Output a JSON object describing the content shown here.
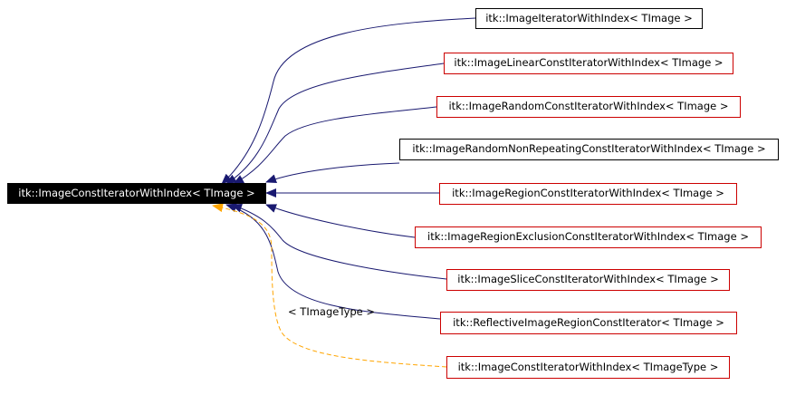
{
  "base_node": {
    "label": "itk::ImageConstIteratorWithIndex< TImage >"
  },
  "derived_nodes": [
    {
      "label": "itk::ImageIteratorWithIndex< TImage >",
      "border": "black"
    },
    {
      "label": "itk::ImageLinearConstIteratorWithIndex< TImage >",
      "border": "red"
    },
    {
      "label": "itk::ImageRandomConstIteratorWithIndex< TImage >",
      "border": "red"
    },
    {
      "label": "itk::ImageRandomNonRepeatingConstIteratorWithIndex< TImage >",
      "border": "black"
    },
    {
      "label": "itk::ImageRegionConstIteratorWithIndex< TImage >",
      "border": "red"
    },
    {
      "label": "itk::ImageRegionExclusionConstIteratorWithIndex< TImage >",
      "border": "red"
    },
    {
      "label": "itk::ImageSliceConstIteratorWithIndex< TImage >",
      "border": "red"
    },
    {
      "label": "itk::ReflectiveImageRegionConstIterator< TImage >",
      "border": "red"
    },
    {
      "label": "itk::ImageConstIteratorWithIndex< TImageType >",
      "border": "red"
    }
  ],
  "template_edge_label": "< TImageType >",
  "colors": {
    "inheritance_edge": "#191970",
    "template_edge": "#ffa500",
    "red_border": "#cc0000"
  }
}
